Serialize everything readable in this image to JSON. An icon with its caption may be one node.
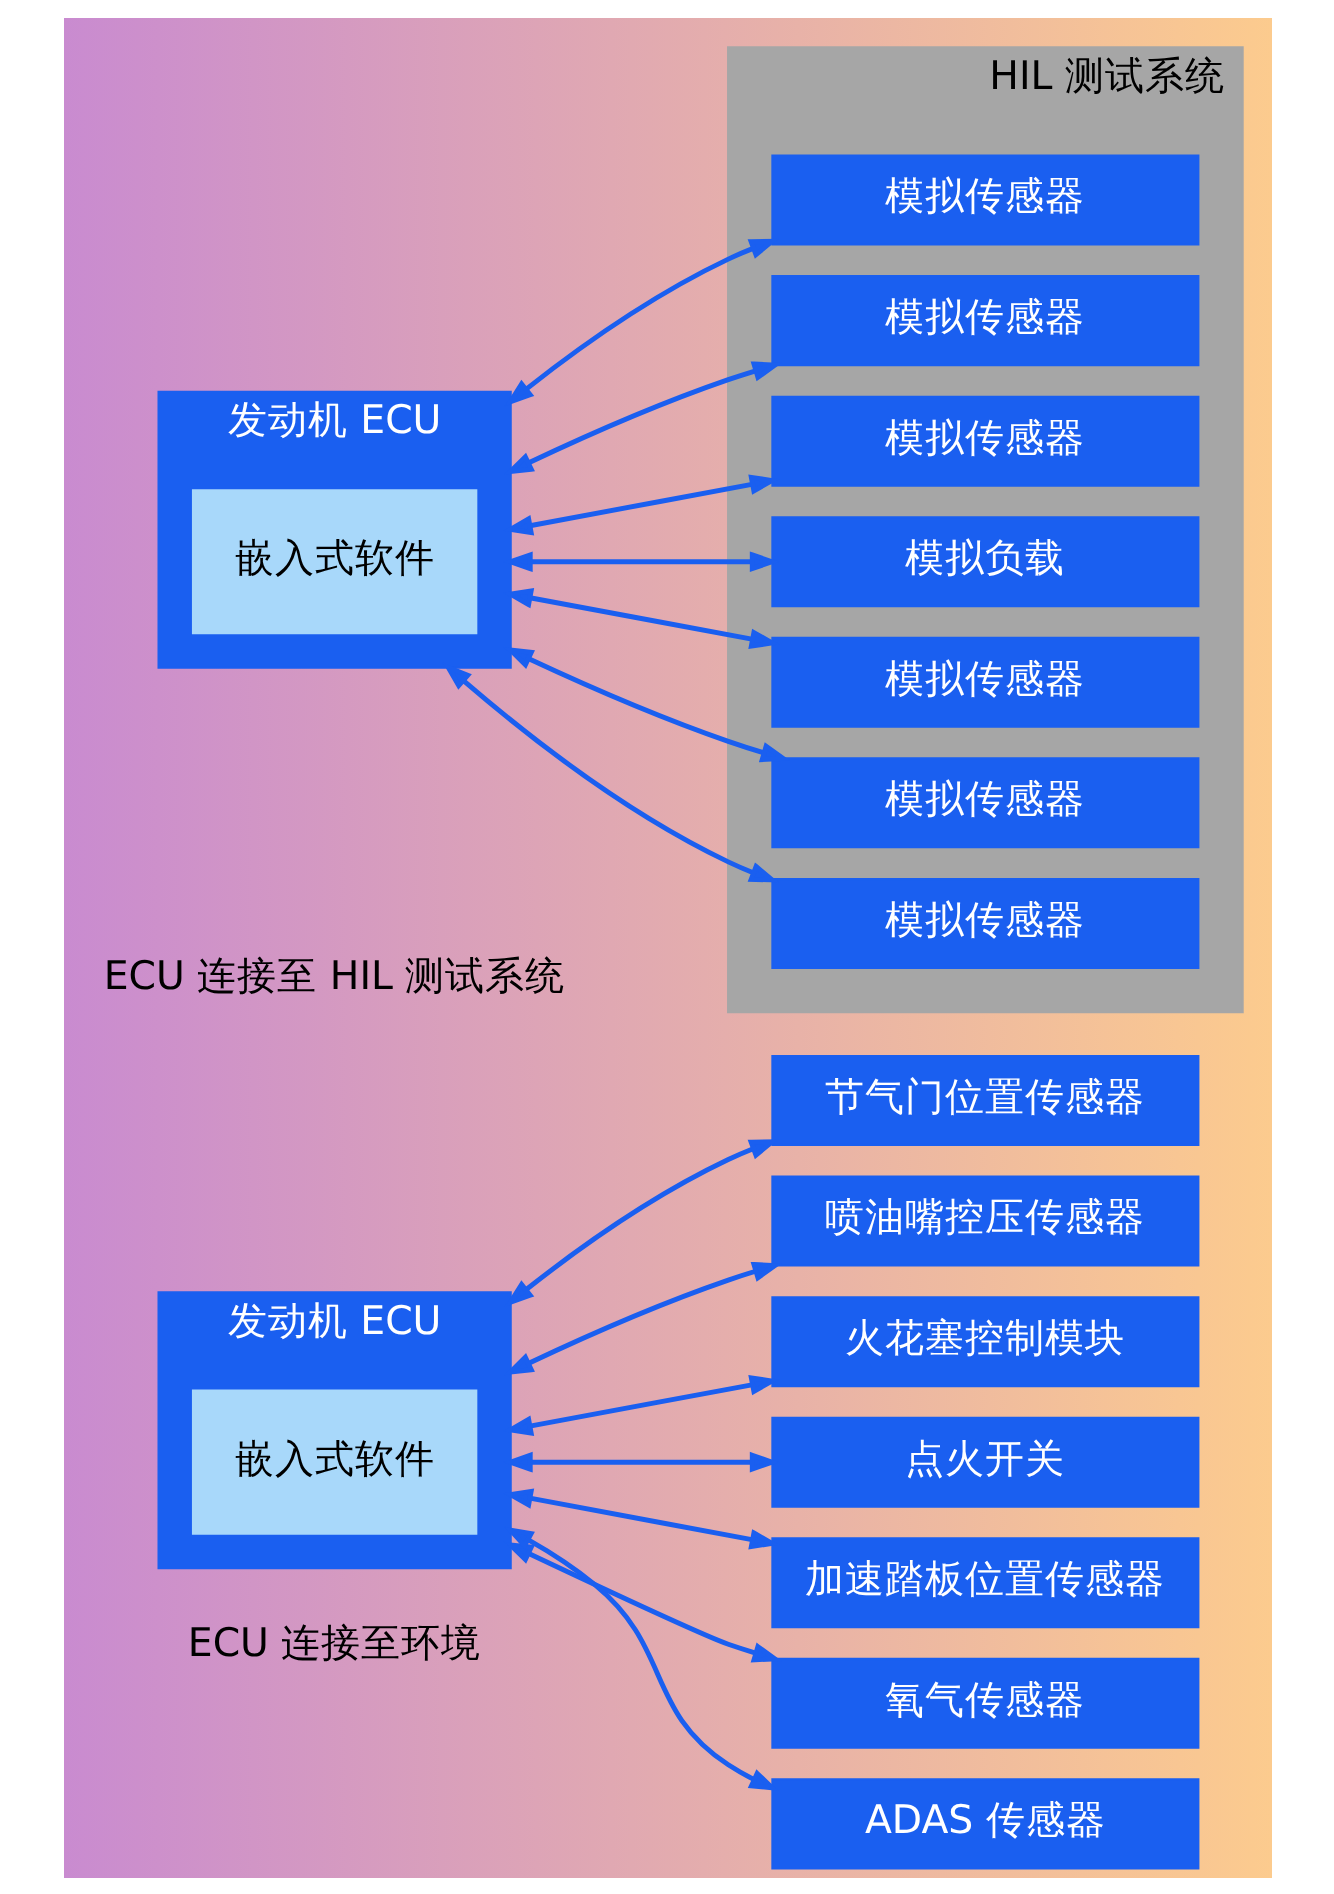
{
  "diagram": {
    "nodes": [
      {
        "text": [
          "发动机 ECU"
        ]
      },
      {
        "text": [
          "嵌入式软件"
        ],
        "in": 0
      },
      {
        "text": [
          "节气门位置传感器"
        ]
      },
      {
        "text": [
          "喷油嘴控压传感器"
        ]
      },
      {
        "text": [
          "火花塞控制模块"
        ]
      },
      {
        "text": [
          "点火开关"
        ]
      },
      {
        "text": [
          "加速踏板位置传感器"
        ]
      },
      {
        "text": [
          "氧气传感器"
        ]
      },
      {
        "text": [
          "ADAS 传感器"
        ]
      },
      {
        "text": [
          "发动机 ECU"
        ]
      },
      {
        "text": [
          "嵌入式软件"
        ],
        "in": 9
      },
      {
        "text": [
          "HIL 测试系统"
        ]
      },
      {
        "text": [
          "模拟传感器"
        ],
        "in": 11
      },
      {
        "text": [
          "模拟传感器"
        ],
        "in": 11
      },
      {
        "text": [
          "模拟传感器"
        ],
        "in": 11
      },
      {
        "text": [
          "模拟负载"
        ],
        "in": 11
      },
      {
        "text": [
          "模拟传感器"
        ],
        "in": 11
      },
      {
        "text": [
          "模拟传感器"
        ],
        "in": 11
      },
      {
        "text": [
          "模拟传感器"
        ],
        "in": 11
      }
    ],
    "edges": [
      {
        "from": 0,
        "to": 2,
        "arrow": "both"
      },
      {
        "from": 0,
        "to": 3,
        "arrow": "both"
      },
      {
        "from": 0,
        "to": 4,
        "arrow": "both"
      },
      {
        "from": 0,
        "to": 5,
        "arrow": "both"
      },
      {
        "from": 0,
        "to": 6,
        "arrow": "both"
      },
      {
        "from": 0,
        "to": 7,
        "arrow": "both"
      },
      {
        "from": 0,
        "to": 8,
        "arrow": "both"
      },
      {
        "from": 9,
        "to": 12,
        "arrow": "both"
      },
      {
        "from": 9,
        "to": 13,
        "arrow": "both"
      },
      {
        "from": 9,
        "to": 14,
        "arrow": "both"
      },
      {
        "from": 9,
        "to": 15,
        "arrow": "both"
      },
      {
        "from": 9,
        "to": 16,
        "arrow": "both"
      },
      {
        "from": 9,
        "to": 17,
        "arrow": "both"
      },
      {
        "from": 9,
        "to": 18,
        "arrow": "both"
      }
    ],
    "labels": [
      "ECU 连接至环境",
      "ECU 连接至 HIL 测试系统"
    ]
  }
}
